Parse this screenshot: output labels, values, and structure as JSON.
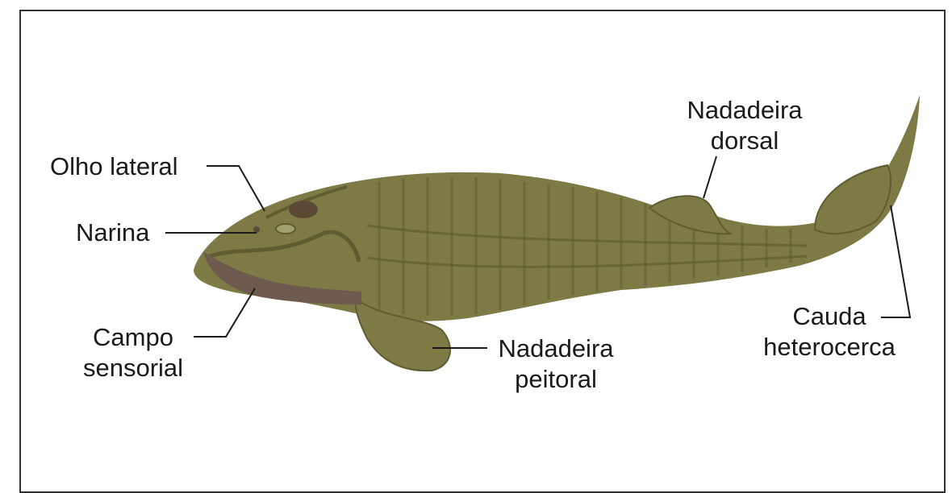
{
  "labels": {
    "olho_lateral": "Olho lateral",
    "narina": "Narina",
    "campo_line1": "Campo",
    "campo_line2": "sensorial",
    "dorsal_line1": "Nadadeira",
    "dorsal_line2": "dorsal",
    "peitoral_line1": "Nadadeira",
    "peitoral_line2": "peitoral",
    "cauda_line1": "Cauda",
    "cauda_line2": "heterocerca"
  },
  "colors": {
    "body": "#7d7a45",
    "body_dark": "#5f5c32",
    "sensory_field": "#6e5a4f",
    "leader_line": "#1a1a1a"
  }
}
